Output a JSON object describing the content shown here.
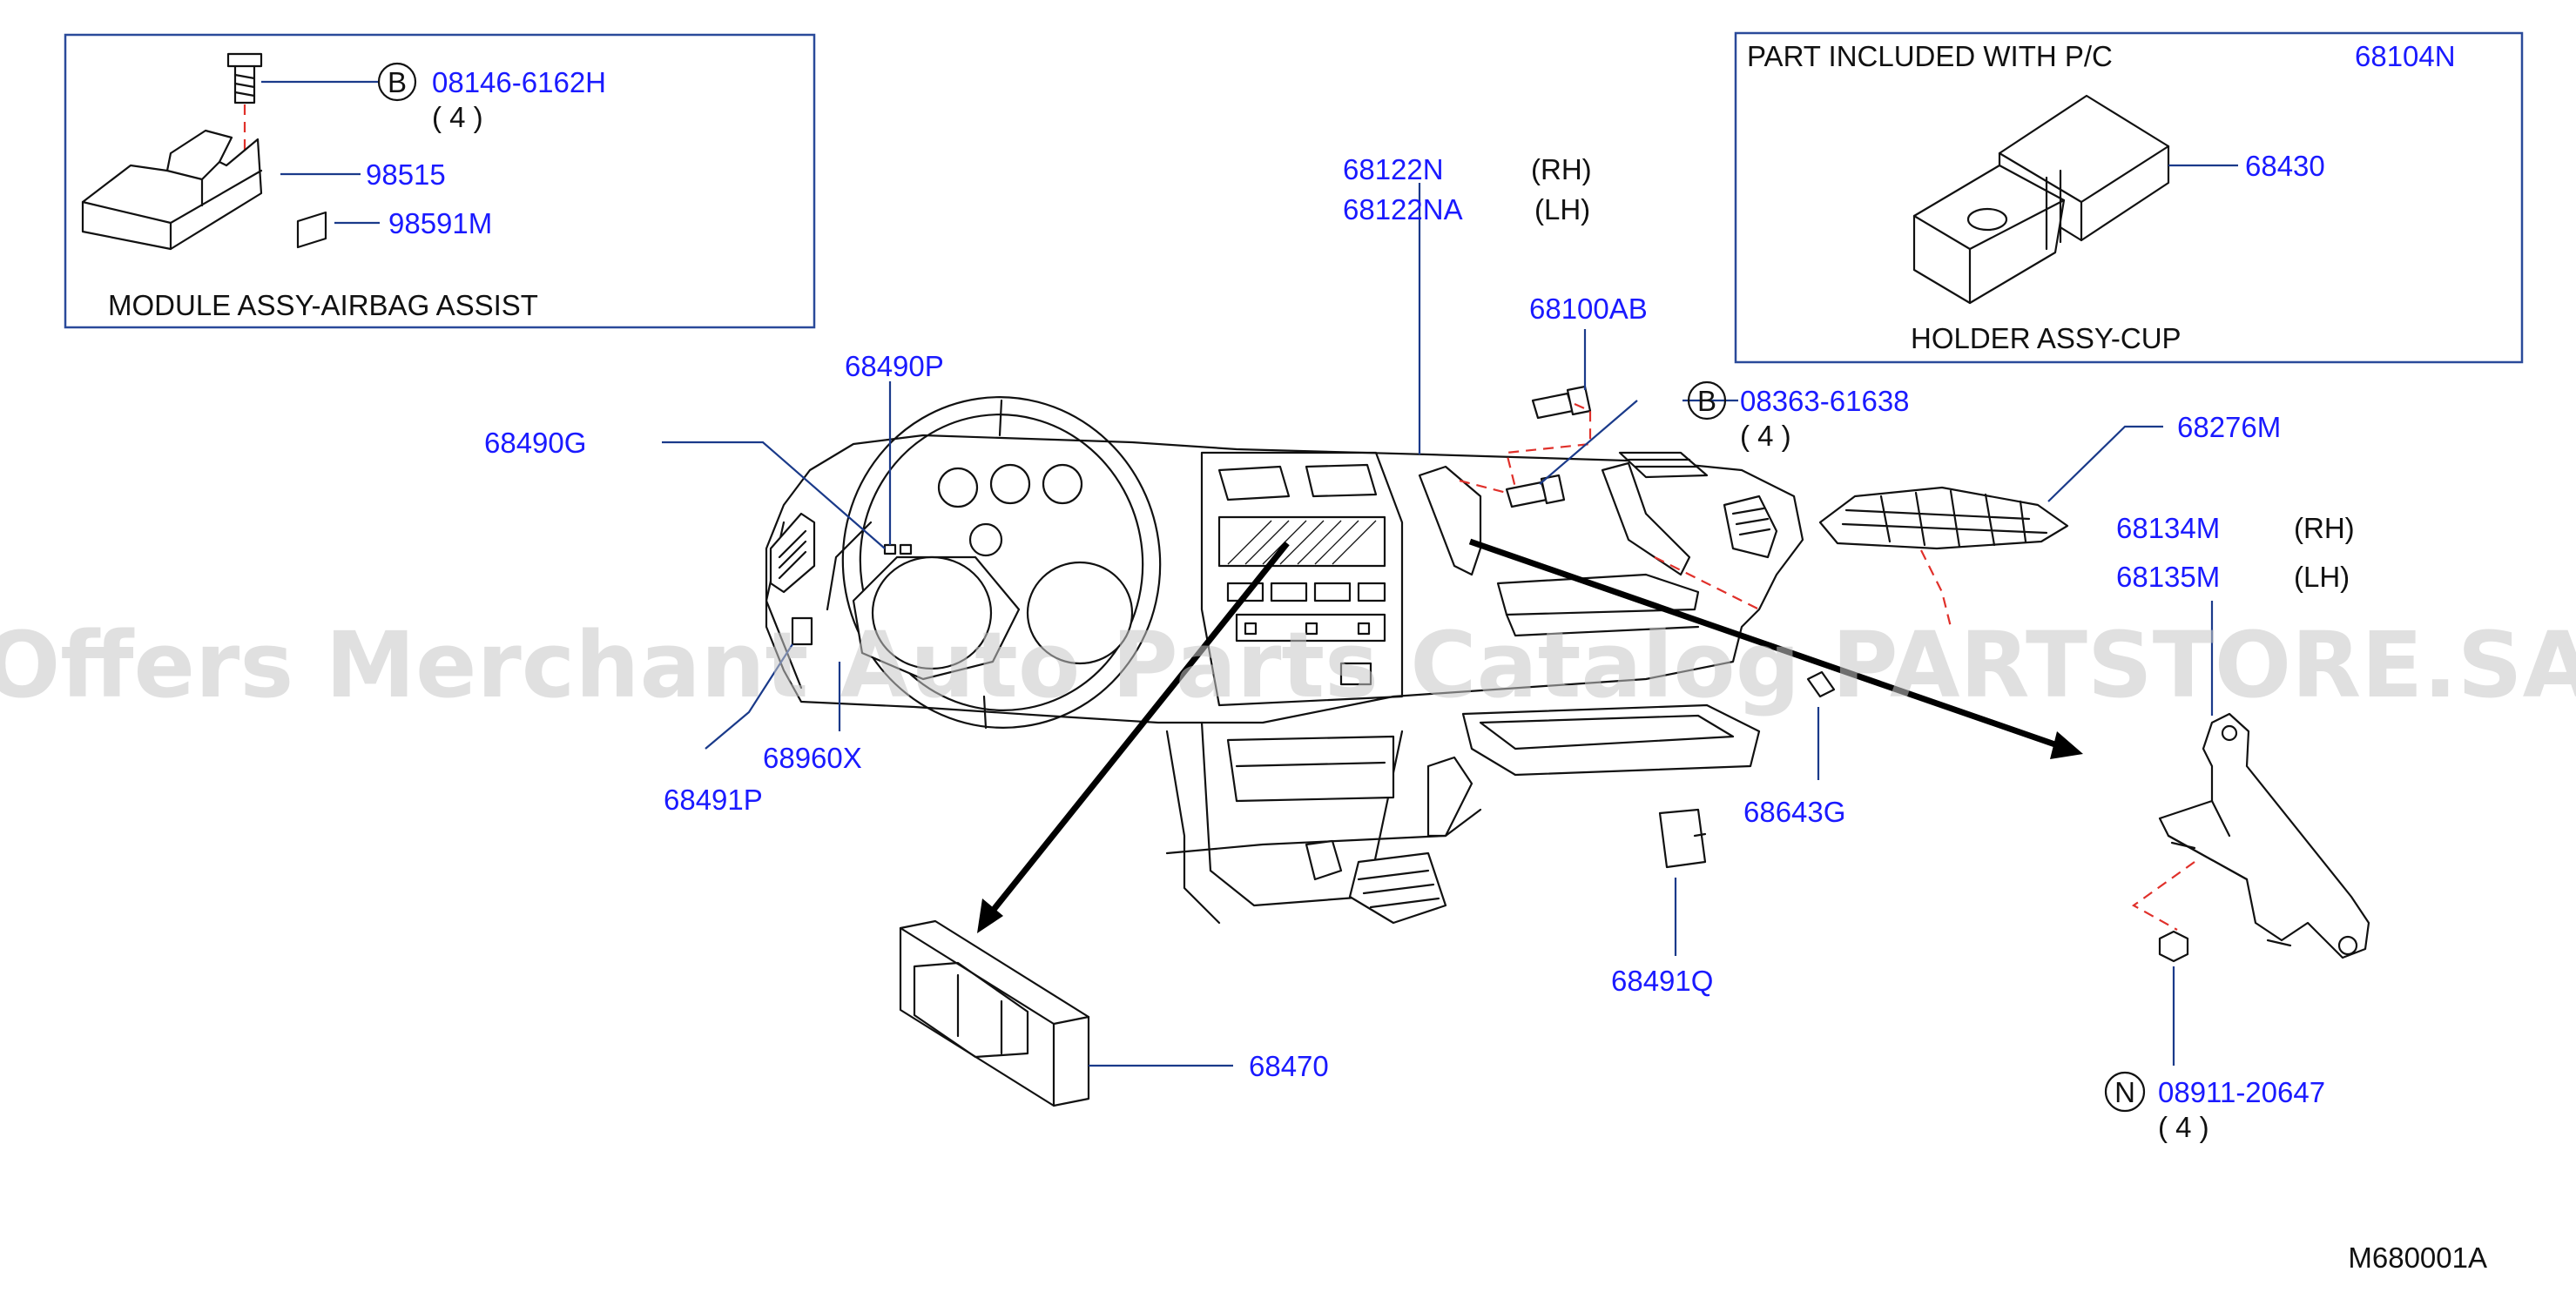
{
  "watermark": "Offers Merchant Auto Parts Catalog PARTSTORE.SA",
  "drawing_code": "M680001A",
  "airbag_box": {
    "title": "MODULE ASSY-AIRBAG ASSIST",
    "bolt_symbol": "B",
    "bolt_part": "08146-6162H",
    "bolt_qty": "( 4 )",
    "module_part": "98515",
    "label_part": "98591M"
  },
  "cup_box": {
    "header": "PART INCLUDED WITH P/C",
    "header_part": "68104N",
    "insert_part": "68430",
    "title": "HOLDER ASSY-CUP"
  },
  "labels": {
    "p68122n": "68122N",
    "rh1": "(RH)",
    "p68122na": "68122NA",
    "lh1": "(LH)",
    "p68100ab": "68100AB",
    "b2_symbol": "B",
    "p08363": "08363-61638",
    "qty2": "( 4 )",
    "p68276m": "68276M",
    "p68134m": "68134M",
    "rh2": "(RH)",
    "p68135m": "68135M",
    "lh2": "(LH)",
    "p68490p": "68490P",
    "p68490g": "68490G",
    "p68491p": "68491P",
    "p68960x": "68960X",
    "p68643g": "68643G",
    "p68491q": "68491Q",
    "p68470": "68470",
    "n_symbol": "N",
    "p08911": "08911-20647",
    "qty3": "( 4 )"
  }
}
